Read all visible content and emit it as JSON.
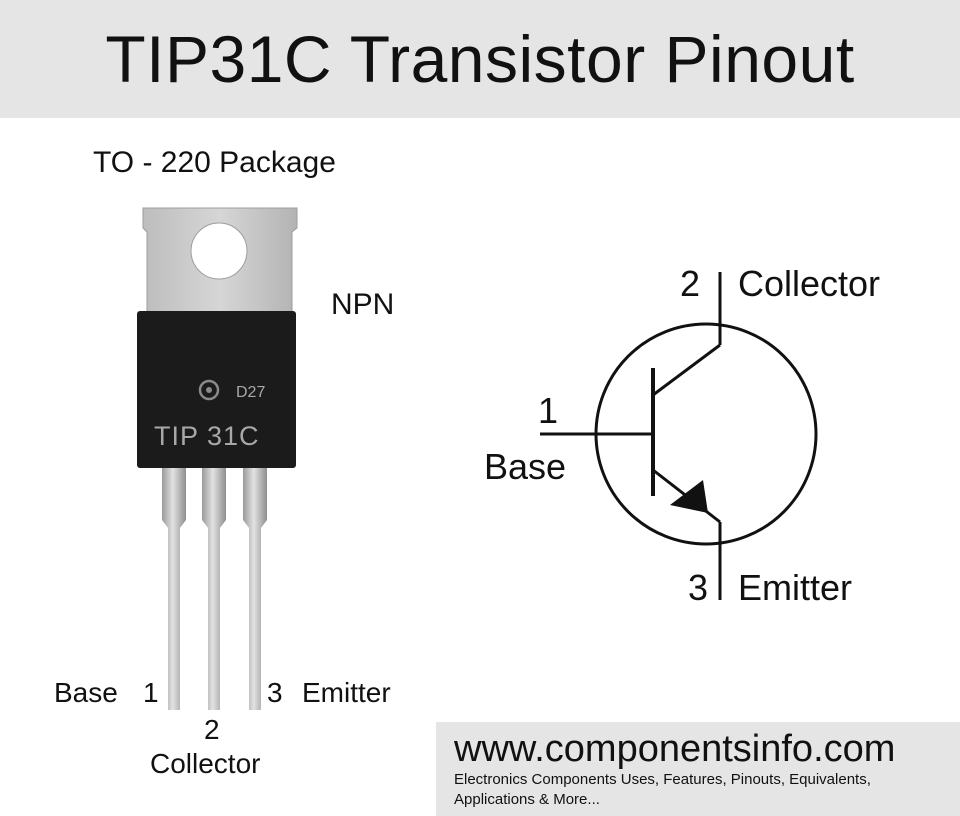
{
  "header": {
    "title": "TIP31C Transistor Pinout"
  },
  "package": {
    "label": "TO - 220 Package",
    "type_label": "NPN",
    "chip_marking": "TIP 31C",
    "chip_code": "D27"
  },
  "package_pins": {
    "base": {
      "number": "1",
      "name": "Base"
    },
    "collector": {
      "number": "2",
      "name": "Collector"
    },
    "emitter": {
      "number": "3",
      "name": "Emitter"
    }
  },
  "symbol_pins": {
    "collector": {
      "number": "2",
      "name": "Collector"
    },
    "base": {
      "number": "1",
      "name": "Base"
    },
    "emitter": {
      "number": "3",
      "name": "Emitter"
    }
  },
  "footer": {
    "website": "www.componentsinfo.com",
    "tagline_line1": "Electronics Components Uses, Features, Pinouts, Equivalents,",
    "tagline_line2": "Applications & More..."
  },
  "colors": {
    "header_bg": "#e5e5e5",
    "chip_body": "#1b1b1b",
    "tab_metal": "#c4c4c4",
    "leg_metal": "#b9b9b9",
    "chip_text": "#a8a8a8"
  },
  "icons": [
    "to220-package-icon",
    "npn-transistor-symbol-icon",
    "on-semi-logo-icon"
  ]
}
